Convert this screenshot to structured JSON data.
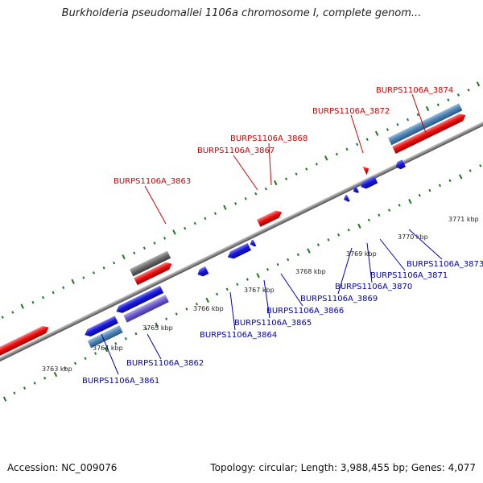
{
  "title": "Burkholderia pseudomallei 1106a chromosome I, complete genom...",
  "footer": {
    "accession": "Accession: NC_009076",
    "summary": "Topology: circular; Length: 3,988,455 bp; Genes: 4,077"
  },
  "colors": {
    "forward_gene": "#ee1111",
    "reverse_gene": "#1a1add",
    "forward_label": "#cc0000",
    "reverse_label": "#0000aa",
    "steel_feature": "#4f86b8",
    "gray_feature": "#707070",
    "purple_feature": "#7060d0",
    "backbone": "#8a8a8a",
    "tick": "#1a7a1a"
  },
  "scale_labels": [
    "3763 kbp",
    "3764 kbp",
    "3765 kbp",
    "3766 kbp",
    "3767 kbp",
    "3768 kbp",
    "3769 kbp",
    "3770 kbp",
    "3771 kbp"
  ],
  "forward_labels": [
    "BURPS1106A_3863",
    "BURPS1106A_3867",
    "BURPS1106A_3868",
    "BURPS1106A_3872",
    "BURPS1106A_3874"
  ],
  "reverse_labels": [
    "BURPS1106A_3861",
    "BURPS1106A_3862",
    "BURPS1106A_3864",
    "BURPS1106A_3865",
    "BURPS1106A_3866",
    "BURPS1106A_3869",
    "BURPS1106A_3870",
    "BURPS1106A_3871",
    "BURPS1106A_3873"
  ]
}
